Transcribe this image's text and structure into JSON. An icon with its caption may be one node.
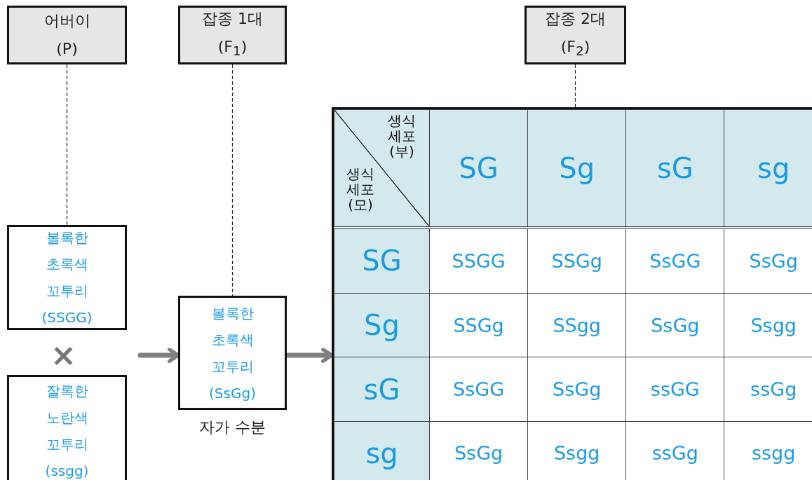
{
  "diagram": {
    "nodes": [
      {
        "text": [
          "어버이 (P)"
        ]
      },
      {
        "text": [
          "잡종 1대 (F$_{1}$)"
        ]
      },
      {
        "text": [
          "잡종 2대 (F$_{2}$)"
        ]
      },
      {
        "text": [
          "볼록한 초록색 꼬투리 (SSGG)"
        ]
      },
      {
        "text": [
          "잘록한 노란색 꼬투리 (ssgg)"
        ]
      },
      {
        "text": [
          "볼록한 초록색 꼬투리 (SsGg)"
        ],
        "beside": [
          "자가 수분"
        ]
      },
      {
        "text": [],
        "shape": "box"
      }
    ],
    "edges": [
      {
        "from": 0,
        "to": 3,
        "arrow": "none",
        "style": "dashed"
      },
      {
        "from": 1,
        "to": 5,
        "arrow": "none",
        "style": "dashed"
      },
      {
        "from": 2,
        "to": 6,
        "arrow": "none",
        "style": "dashed"
      },
      {
        "from": null,
        "to": 5,
        "arrow": "to",
        "style": "thick",
        "color": "#808080"
      },
      {
        "from": 5,
        "to": 6,
        "arrow": "to",
        "style": "thick",
        "color": "#808080"
      }
    ],
    "labels": [
      "×",
      "생식 세포 (부)",
      "생식 세포 (모)",
      "SG",
      "Sg",
      "sG",
      "sg",
      "SG",
      "SSGG",
      "SSGg",
      "SsGG",
      "SsGg",
      "Sg",
      "SSGg",
      "SSgg",
      "SsGg",
      "Ssgg",
      "sG",
      "SsGG",
      "SsGg",
      "ssGG",
      "ssGg",
      "sg",
      "SsGg",
      "Ssgg",
      "ssGg",
      "ssgg"
    ]
  }
}
